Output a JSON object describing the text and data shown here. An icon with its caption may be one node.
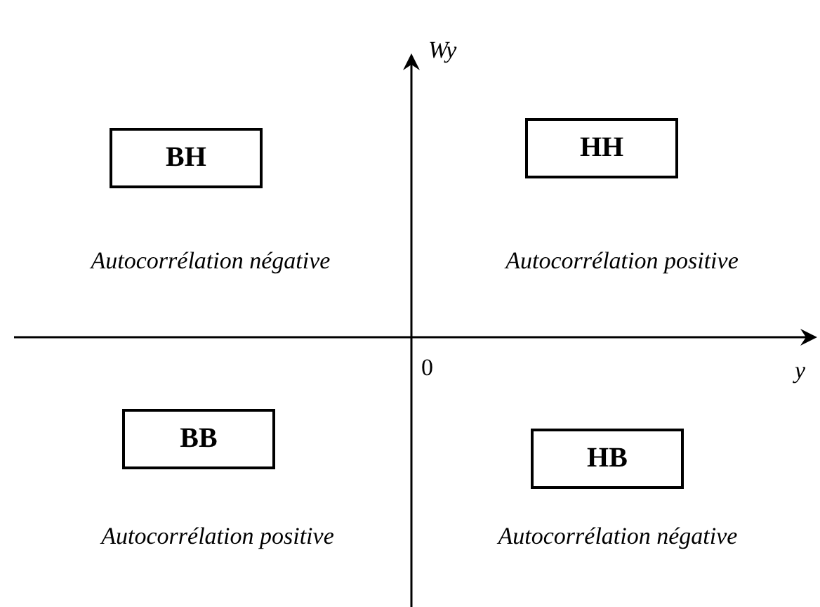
{
  "diagram": {
    "nodes": [
      {
        "text": [
          "BH"
        ],
        "beside": [
          "Autocorrélation négative"
        ]
      },
      {
        "text": [
          "HH"
        ],
        "beside": [
          "Autocorrélation positive"
        ]
      },
      {
        "text": [
          "BB"
        ],
        "beside": [
          "Autocorrélation positive"
        ]
      },
      {
        "text": [
          "HB"
        ],
        "beside": [
          "Autocorrélation négative"
        ]
      }
    ],
    "edges": [],
    "labels": [
      "Wy",
      "0",
      "y"
    ]
  }
}
